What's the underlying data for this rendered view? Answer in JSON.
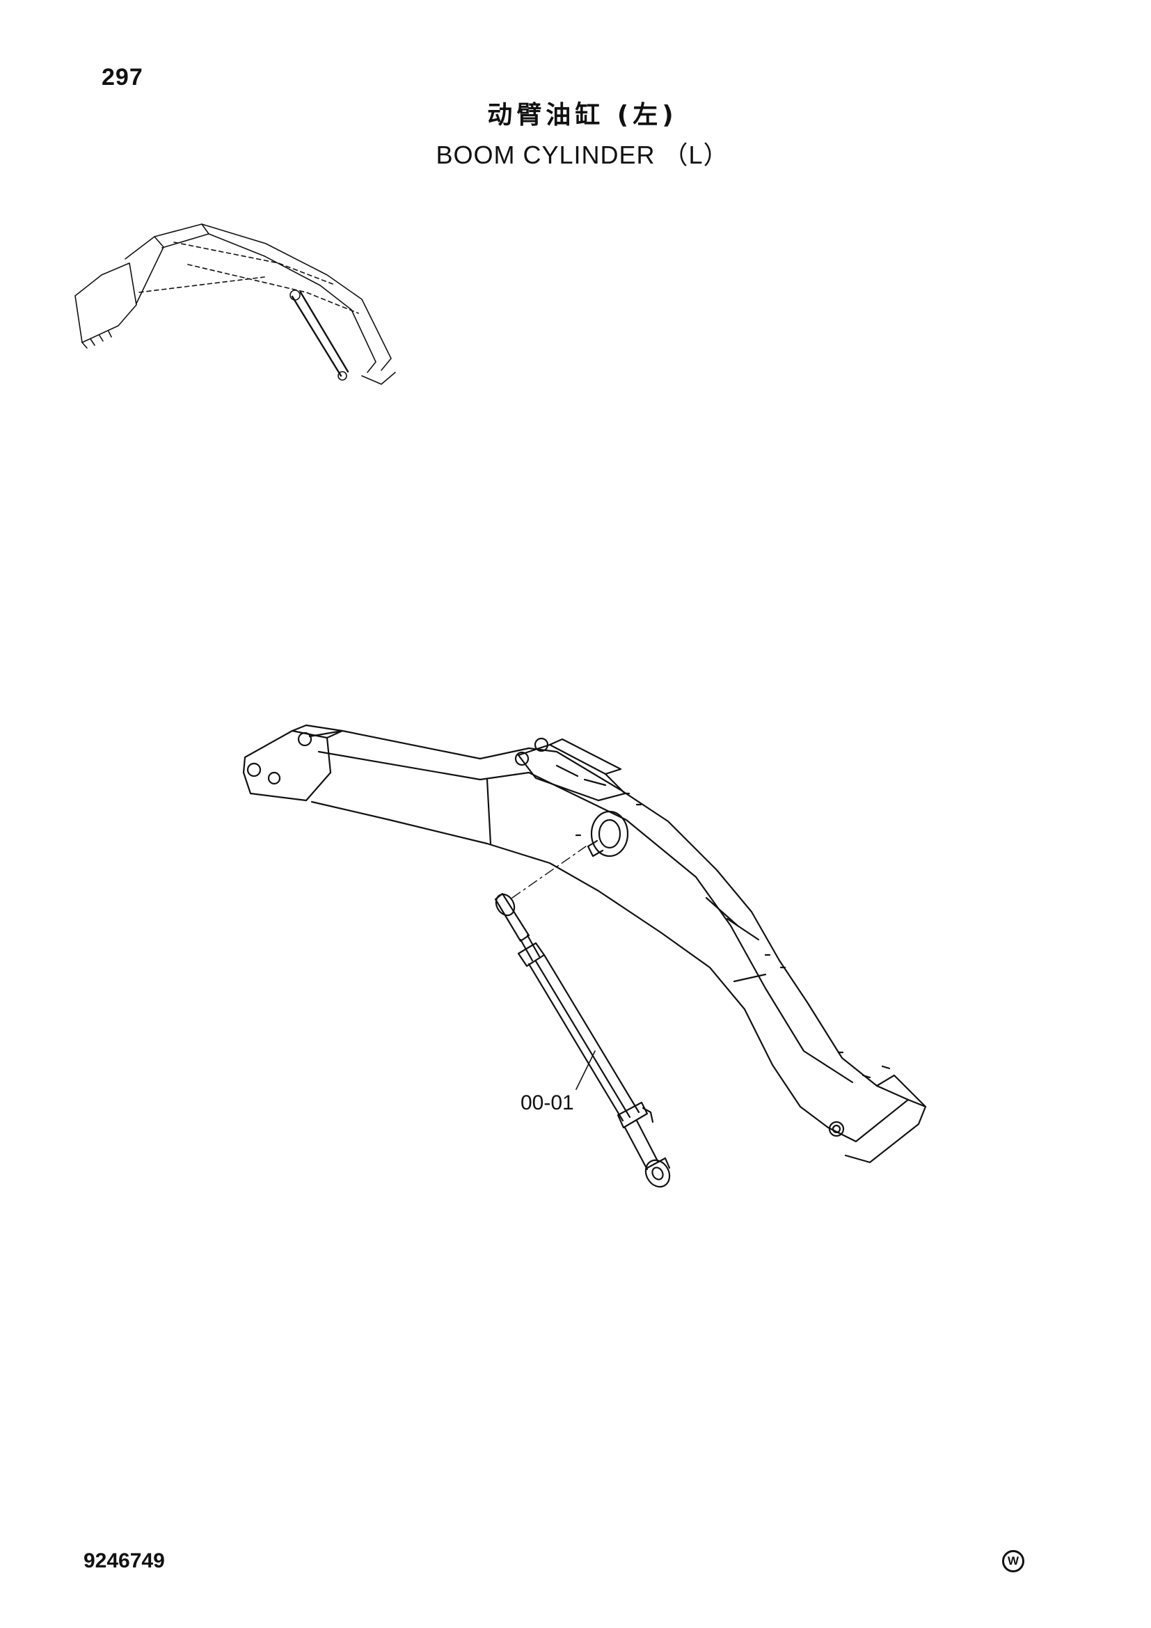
{
  "header": {
    "page_number": "297",
    "title_cn": "动臂油缸 (左)",
    "title_en": "BOOM CYLINDER （L）"
  },
  "callouts": [
    {
      "label": "00-01"
    }
  ],
  "footer": {
    "document_number": "9246749",
    "mark": "W"
  },
  "icons": {
    "overview": "excavator-overview-icon",
    "main": "boom-assembly-drawing"
  },
  "colors": {
    "ink": "#111111",
    "paper": "#ffffff"
  }
}
